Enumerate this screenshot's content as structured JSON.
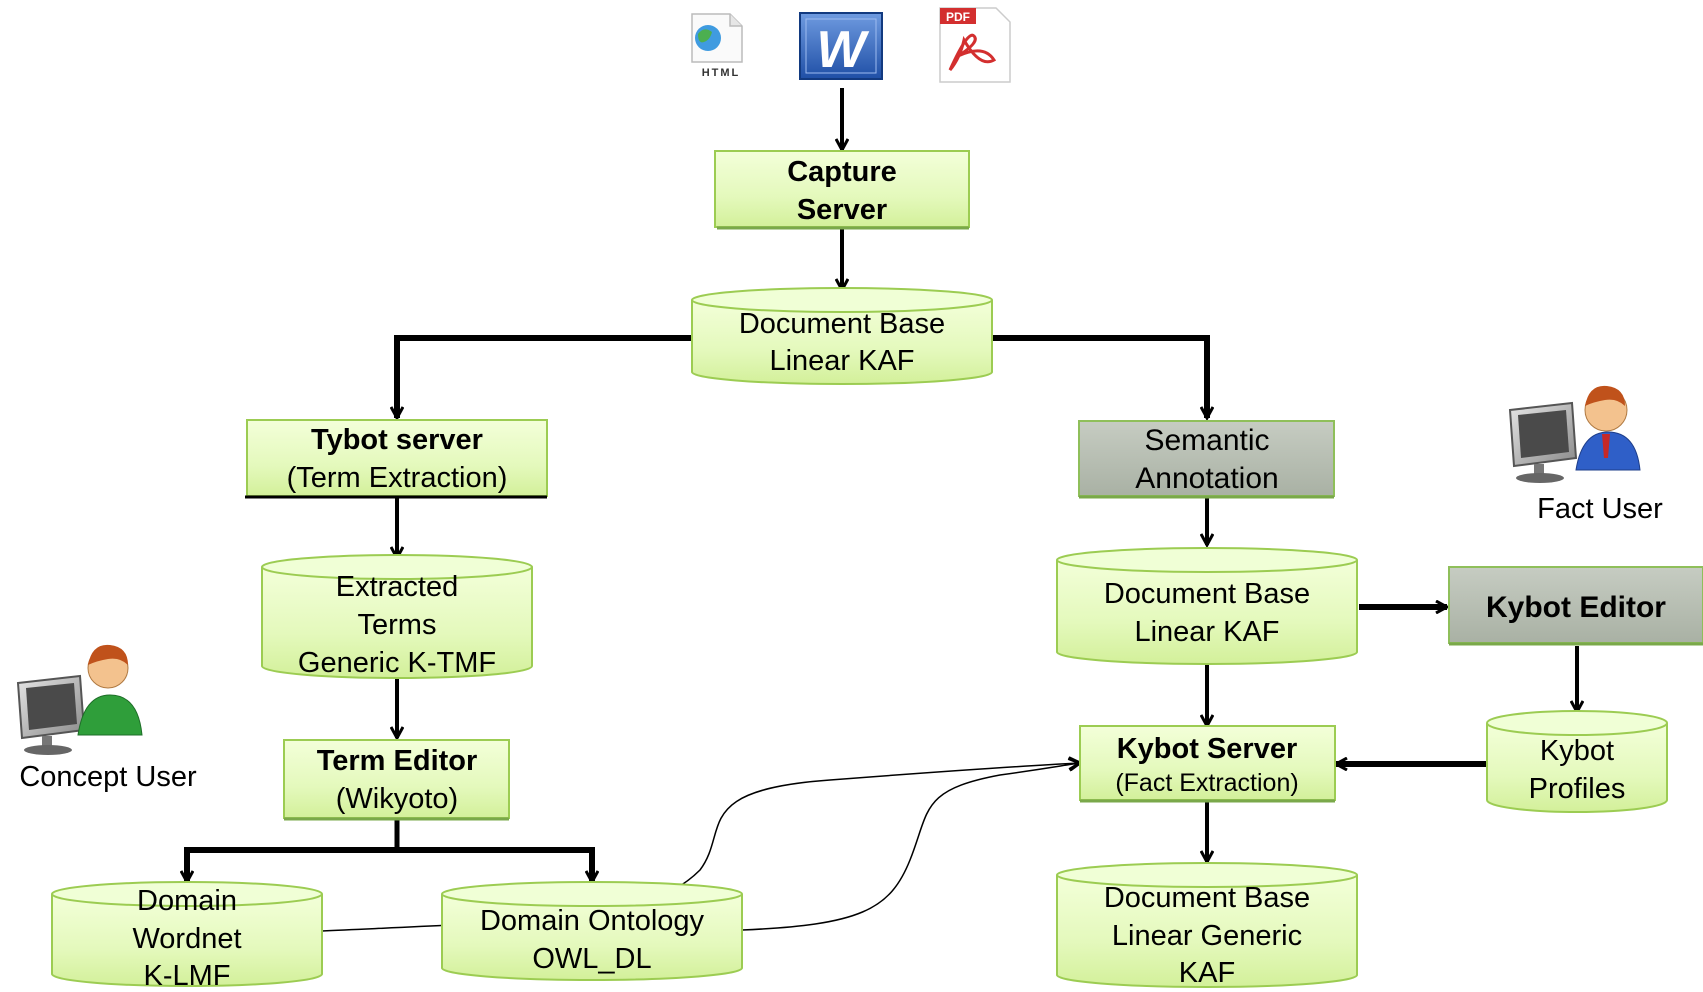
{
  "inputs": {
    "html_label": "HTML",
    "word_glyph": "W",
    "pdf_label": "PDF"
  },
  "capture_server": {
    "line1": "Capture",
    "line2": "Server"
  },
  "docbase_top": {
    "line1": "Document Base",
    "line2": "Linear KAF"
  },
  "tybot": {
    "line1": "Tybot server",
    "line2": "(Term  Extraction)"
  },
  "extracted_terms": {
    "line1": "Extracted",
    "line2": "Terms",
    "line3": "Generic K-TMF"
  },
  "term_editor": {
    "line1": "Term Editor",
    "line2": "(Wikyoto)"
  },
  "domain_wordnet": {
    "line1": "Domain",
    "line2": "Wordnet",
    "line3": "K-LMF"
  },
  "domain_ontology": {
    "line1": "Domain Ontology",
    "line2": "OWL_DL"
  },
  "semantic_annotation": {
    "line1": "Semantic",
    "line2": "Annotation"
  },
  "docbase_mid": {
    "line1": "Document Base",
    "line2": "Linear KAF"
  },
  "kybot_editor": {
    "label": "Kybot Editor"
  },
  "kybot_server": {
    "line1": "Kybot Server",
    "line2": "(Fact Extraction)"
  },
  "kybot_profiles": {
    "line1": "Kybot",
    "line2": "Profiles"
  },
  "docbase_bottom": {
    "line1": "Document Base",
    "line2": "Linear  Generic",
    "line3": "KAF"
  },
  "users": {
    "concept_user": "Concept User",
    "fact_user": "Fact User"
  },
  "icons": {
    "html": "html-file-icon",
    "word": "word-document-icon",
    "pdf": "pdf-file-icon",
    "concept_user": "computer-user-icon",
    "fact_user": "computer-user-icon"
  },
  "colors": {
    "box_fill": "#e8fbc6",
    "box_border": "#9ccc52",
    "gray_box": "#b8bfb4",
    "arrow": "#000000",
    "concept_user_shirt": "#2f9e3a",
    "fact_user_shirt": "#2f5fc8"
  }
}
